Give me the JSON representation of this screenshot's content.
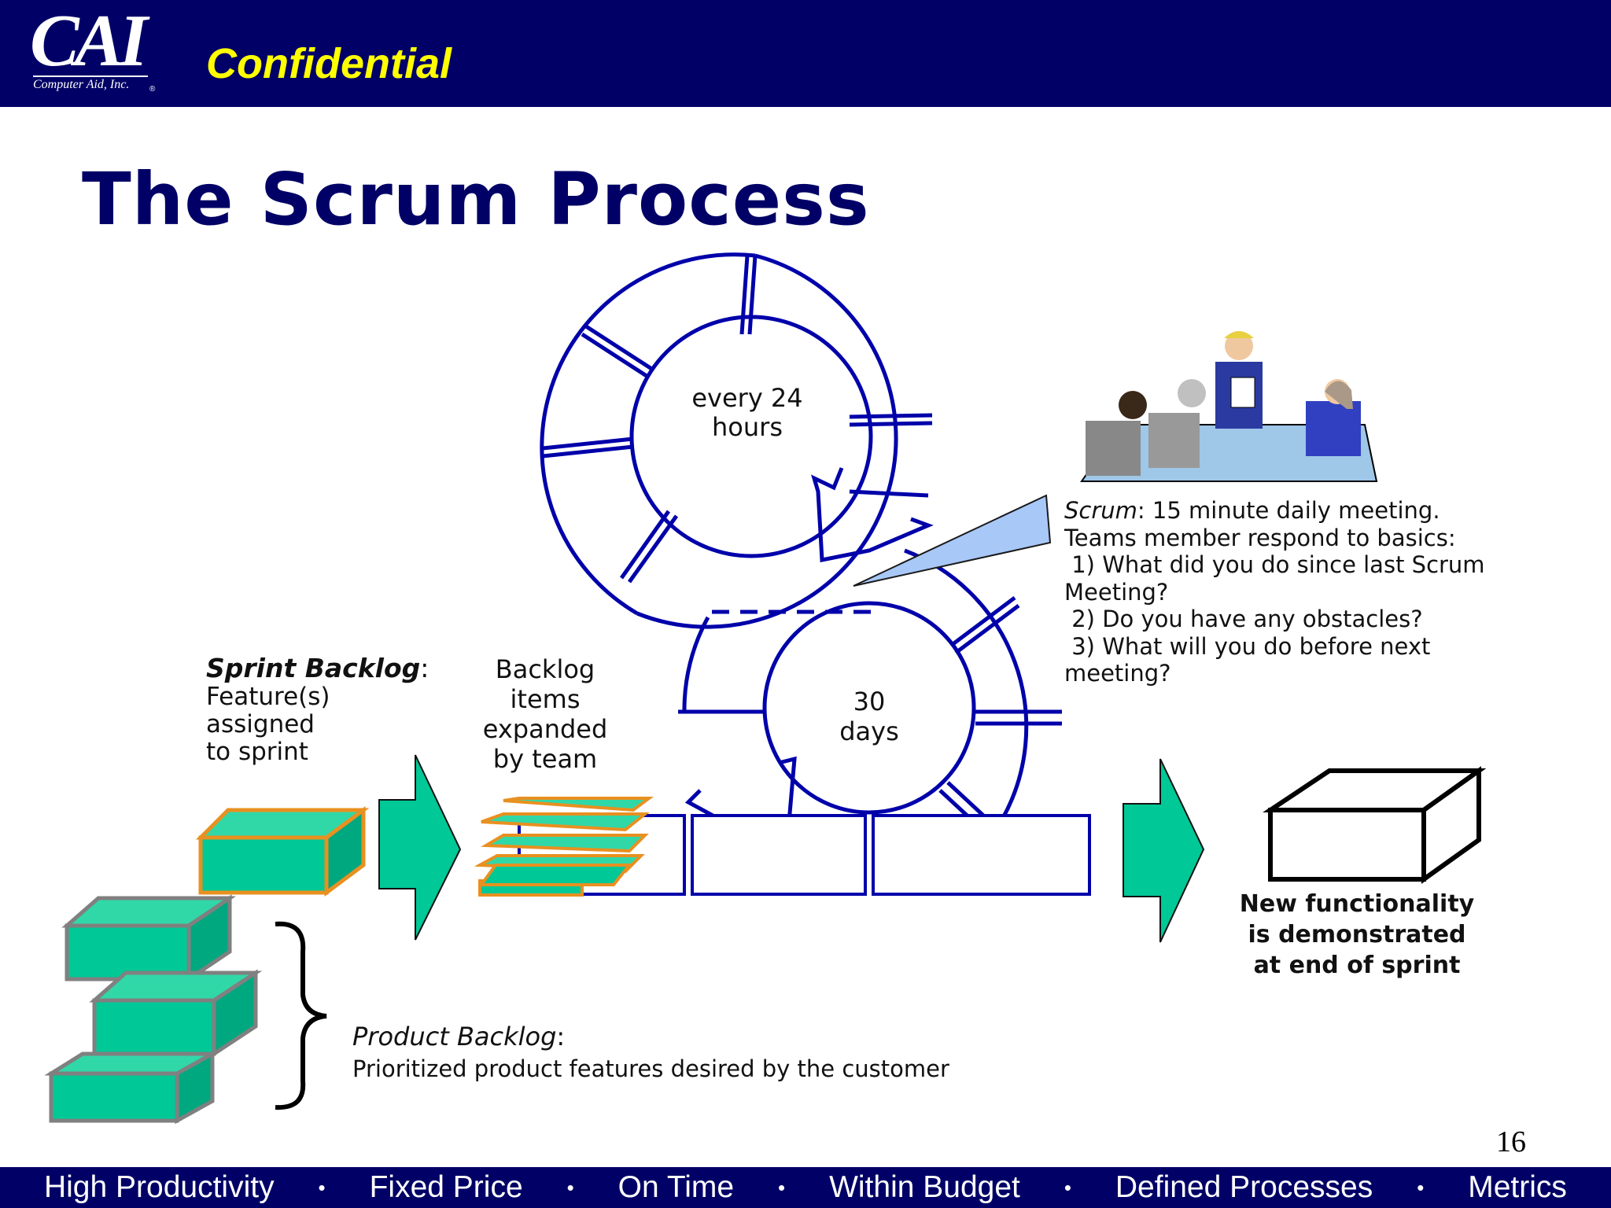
{
  "header": {
    "logo_text": "CAI",
    "logo_subtext": "Computer Aid, Inc.",
    "logo_registered": "®",
    "confidential_label": "Confidential"
  },
  "title": "The Scrum Process",
  "daily_cycle": {
    "line1": "every 24",
    "line2": "hours"
  },
  "sprint_cycle": {
    "line1": "30",
    "line2": "days"
  },
  "scrum_meeting": {
    "term": "Scrum",
    "lines": [
      ": 15 minute daily meeting.",
      "Teams member respond to basics:",
      " 1) What did you do since last Scrum",
      "Meeting?",
      " 2) Do you have any obstacles?",
      " 3) What will you do before next",
      "meeting?"
    ]
  },
  "sprint_backlog": {
    "term": "Sprint Backlog",
    "colon": ":",
    "lines": [
      "Feature(s)",
      "assigned",
      "to sprint"
    ]
  },
  "backlog_items": {
    "lines": [
      "Backlog",
      "items",
      "expanded",
      "by team"
    ]
  },
  "product_backlog": {
    "term": "Product Backlog",
    "colon": ":",
    "description": "Prioritized product features desired by the customer"
  },
  "new_functionality": {
    "lines": [
      "New functionality",
      "is demonstrated",
      "at end of sprint"
    ]
  },
  "page_number": "16",
  "footer": {
    "items": [
      "High Productivity",
      "Fixed Price",
      "On Time",
      "Within Budget",
      "Defined Processes",
      "Metrics"
    ],
    "separator": "•"
  },
  "colors": {
    "header_bg": "#000066",
    "confidential": "#ffff00",
    "cycle_blue": "#0000aa",
    "teal": "#00c896",
    "callout": "#a8c8f8"
  }
}
